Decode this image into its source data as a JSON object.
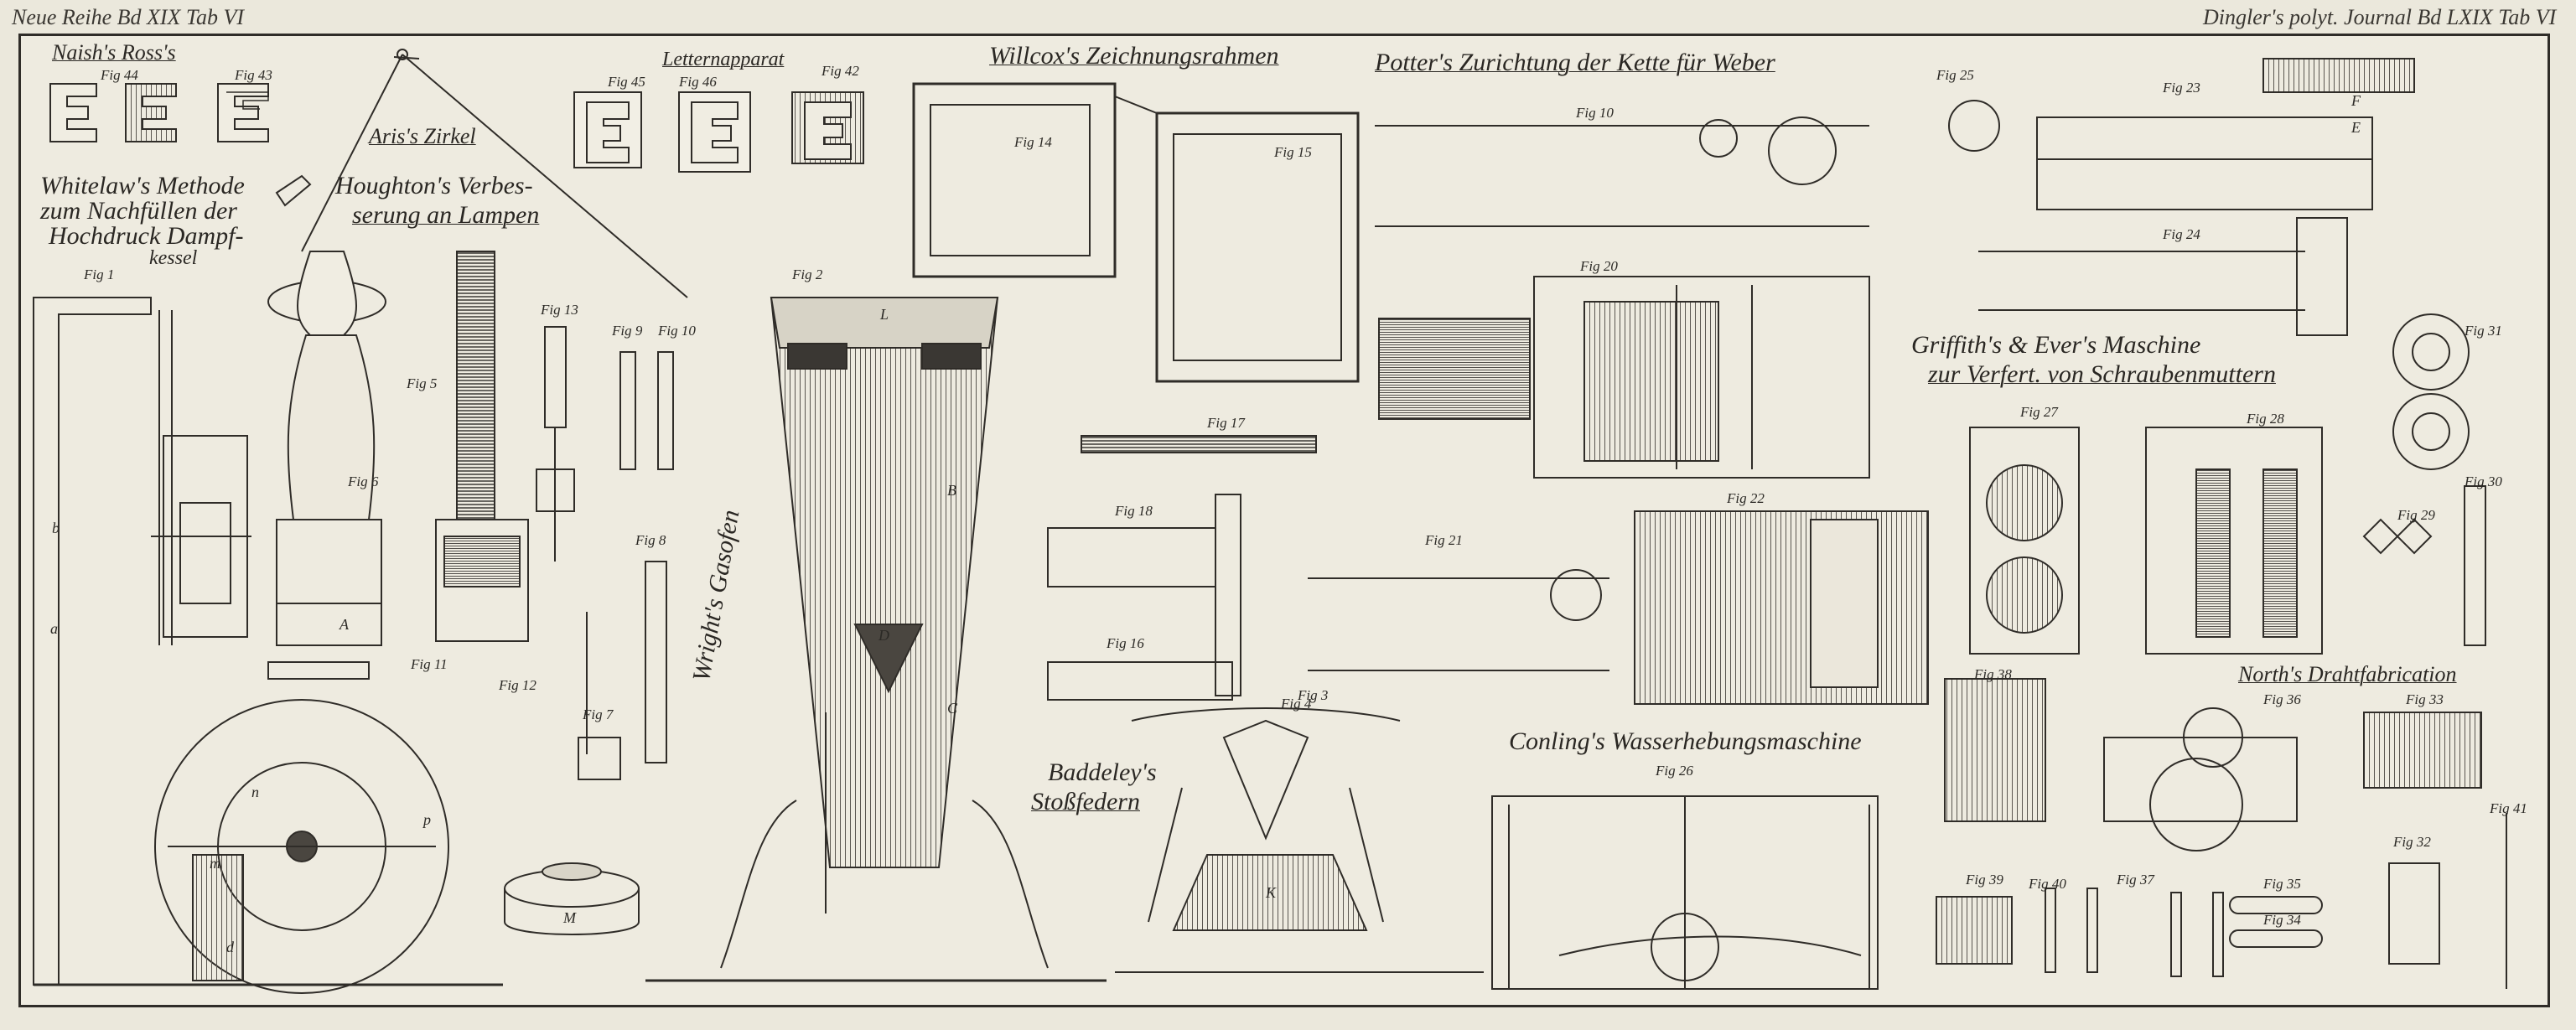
{
  "header": {
    "left": "Neue Reihe Bd XIX Tab VI",
    "right": "Dingler's polyt. Journal Bd LXIX Tab VI"
  },
  "titles": {
    "naish_ross": "Naish's  Ross's",
    "aris_zirkel": "Aris's Zirkel",
    "letternapparat": "Letternapparat",
    "willcox": "Willcox's Zeichnungsrahmen",
    "potter": "Potter's Zurichtung der Kette für Weber",
    "whitelaw_1": "Whitelaw's Methode",
    "whitelaw_2": "zum Nachfüllen der",
    "whitelaw_3": "Hochdruck Dampf-",
    "whitelaw_4": "kessel",
    "houghton_1": "Houghton's Verbes-",
    "houghton_2": "serung an Lampen",
    "wright": "Wright's Gasofen",
    "baddeley_1": "Baddeley's",
    "baddeley_2": "Stoßfedern",
    "griffith_1": "Griffith's & Ever's Maschine",
    "griffith_2": "zur Verfert. von Schraubenmuttern",
    "conling": "Conling's Wasserhebungsmaschine",
    "north": "North's Drahtfabrication"
  },
  "figures": [
    "Fig 44",
    "Fig 43",
    "Fig 45",
    "Fig 46",
    "Fig 42",
    "Fig 14",
    "Fig 15",
    "Fig 10",
    "Fig 25",
    "Fig 23",
    "Fig 1",
    "Fig 6",
    "Fig 5",
    "Fig 13",
    "Fig 9",
    "Fig 10",
    "Fig 2",
    "Fig 20",
    "Fig 24",
    "Fig 31",
    "Fig 17",
    "Fig 27",
    "Fig 28",
    "Fig 30",
    "Fig 29",
    "Fig 8",
    "Fig 18",
    "Fig 21",
    "Fig 22",
    "Fig 16",
    "Fig 11",
    "Fig 12",
    "Fig 7",
    "Fig 3",
    "Fig 38",
    "Fig 36",
    "Fig 33",
    "Fig 26",
    "Fig 4",
    "Fig 39",
    "Fig 40",
    "Fig 37",
    "Fig 35",
    "Fig 34",
    "Fig 32",
    "Fig 41"
  ],
  "letters": {
    "a": "a",
    "b": "b",
    "A": "A",
    "B": "B",
    "C": "C",
    "D": "D",
    "E": "E",
    "K": "K",
    "M": "M",
    "F": "F",
    "L": "L",
    "n": "n",
    "m": "m",
    "d": "d",
    "p": "p"
  },
  "colors": {
    "paper": "#ebe8dc",
    "ink": "#2f2c28",
    "hatch": "#5a5650"
  }
}
